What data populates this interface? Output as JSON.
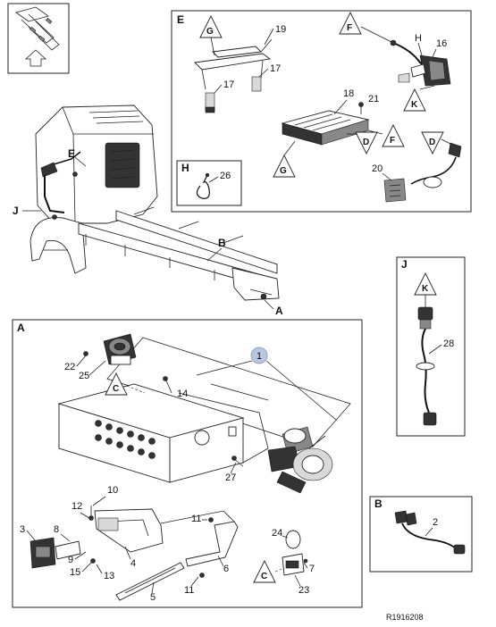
{
  "reference_code": "R1916208",
  "panels": {
    "E": {
      "letter": "E"
    },
    "H": {
      "letter": "H"
    },
    "J": {
      "letter": "J"
    },
    "A": {
      "letter": "A"
    },
    "B": {
      "letter": "B"
    }
  },
  "overview_callouts": {
    "E": "E",
    "J": "J",
    "B": "B",
    "A": "A"
  },
  "highlight_callout": "1",
  "part_numbers": {
    "n2": "2",
    "n3": "3",
    "n4": "4",
    "n5": "5",
    "n6": "6",
    "n7": "7",
    "n8": "8",
    "n9": "9",
    "n10": "10",
    "n11": "11",
    "n12": "12",
    "n13": "13",
    "n14": "14",
    "n15": "15",
    "n16": "16",
    "n17": "17",
    "n18": "18",
    "n19": "19",
    "n20": "20",
    "n21": "21",
    "n22": "22",
    "n23": "23",
    "n24": "24",
    "n25": "25",
    "n26": "26",
    "n27": "27",
    "n28": "28"
  },
  "connector_tags": {
    "G": "G",
    "F": "F",
    "H": "H",
    "K": "K",
    "D": "D",
    "C": "C"
  }
}
